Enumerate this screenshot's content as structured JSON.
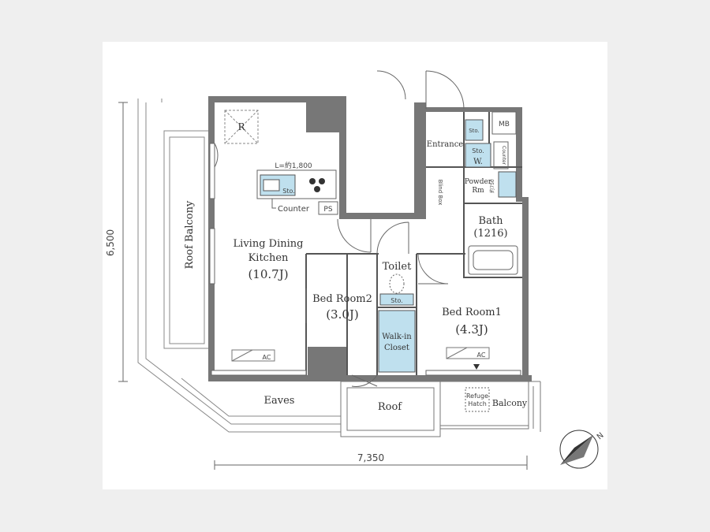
{
  "dimensions": {
    "height": "6,500",
    "width": "7,350"
  },
  "rooms": {
    "ldk_line1": "Living Dining",
    "ldk_line2": "Kitchen",
    "ldk_size": "(10.7J)",
    "bed1_name": "Bed Room1",
    "bed1_size": "(4.3J)",
    "bed2_name": "Bed Room2",
    "bed2_size": "(3.0J)",
    "toilet": "Toilet",
    "wic_line1": "Walk-in",
    "wic_line2": "Closet",
    "bath": "Bath",
    "bath_size": "(1216)",
    "entrance": "Entrance",
    "powder_line1": "Powder",
    "powder_line2": "Rm",
    "roof_balcony": "Roof Balcony",
    "eaves": "Eaves",
    "roof": "Roof",
    "balcony": "Balcony",
    "refuge_line1": "Refuge",
    "refuge_line2": "Hatch"
  },
  "fixtures": {
    "refrigerator": "R",
    "kitchen_length": "L=約1,800",
    "kitchen_sto": "Sto.",
    "counter": "Counter",
    "ps": "PS",
    "mb": "MB",
    "entry_sto": "Sto.",
    "sto_w": "Sto.",
    "washer": "W.",
    "counter_v": "Counter",
    "toilet_sto": "Sto.",
    "ac": "AC",
    "powder_w": "約750",
    "blind_box": "Blind Box"
  },
  "colors": {
    "fixture_blue": "#bfe0ee",
    "wall": "#777777",
    "line": "#555555"
  }
}
